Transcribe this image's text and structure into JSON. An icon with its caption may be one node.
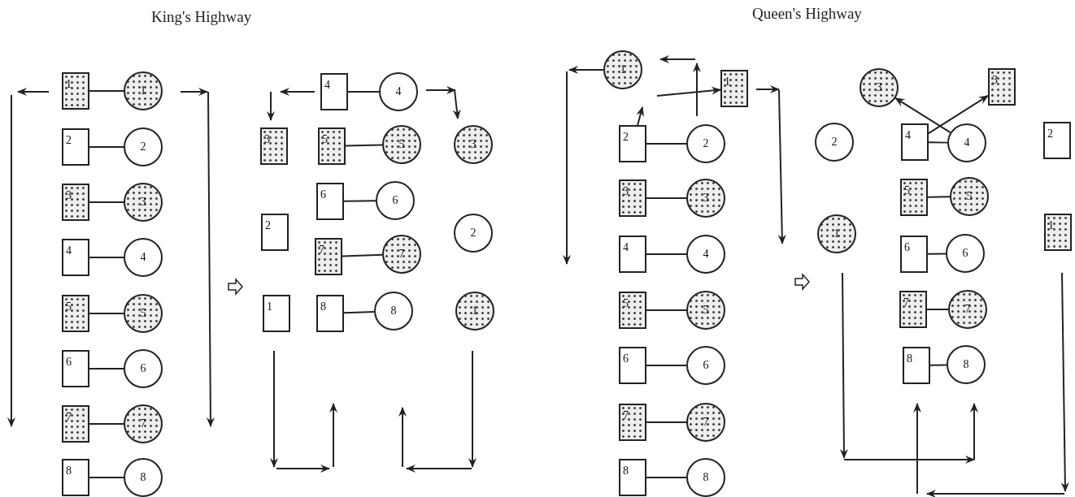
{
  "diagram": {
    "nodes": [
      {
        "text": [
          "1"
        ]
      },
      {
        "text": [
          "1"
        ]
      },
      {
        "text": [
          "2"
        ]
      },
      {
        "text": [
          "2"
        ]
      },
      {
        "text": [
          "3"
        ]
      },
      {
        "text": [
          "3"
        ]
      },
      {
        "text": [
          "4"
        ]
      },
      {
        "text": [
          "4"
        ]
      },
      {
        "text": [
          "5"
        ]
      },
      {
        "text": [
          "5"
        ]
      },
      {
        "text": [
          "6"
        ]
      },
      {
        "text": [
          "6"
        ]
      },
      {
        "text": [
          "7"
        ]
      },
      {
        "text": [
          "7"
        ]
      },
      {
        "text": [
          "8"
        ]
      },
      {
        "text": [
          "8"
        ]
      },
      {
        "text": [
          "4"
        ]
      },
      {
        "text": [
          "4"
        ]
      },
      {
        "text": [
          "3"
        ]
      },
      {
        "text": [
          "5"
        ]
      },
      {
        "text": [
          "5"
        ]
      },
      {
        "text": [
          "3"
        ]
      },
      {
        "text": [
          "6"
        ]
      },
      {
        "text": [
          "6"
        ]
      },
      {
        "text": [
          "2"
        ]
      },
      {
        "text": [
          "2"
        ]
      },
      {
        "text": [
          "7"
        ]
      },
      {
        "text": [
          "7"
        ]
      },
      {
        "text": [
          "1"
        ]
      },
      {
        "text": [
          "8"
        ]
      },
      {
        "text": [
          "8"
        ]
      },
      {
        "text": [
          "1"
        ]
      },
      {
        "text": [
          "1"
        ]
      },
      {
        "text": [
          "1"
        ]
      },
      {
        "text": [
          "2"
        ]
      },
      {
        "text": [
          "2"
        ]
      },
      {
        "text": [
          "3"
        ]
      },
      {
        "text": [
          "3"
        ]
      },
      {
        "text": [
          "4"
        ]
      },
      {
        "text": [
          "4"
        ]
      },
      {
        "text": [
          "5"
        ]
      },
      {
        "text": [
          "5"
        ]
      },
      {
        "text": [
          "6"
        ]
      },
      {
        "text": [
          "6"
        ]
      },
      {
        "text": [
          "7"
        ]
      },
      {
        "text": [
          "7"
        ]
      },
      {
        "text": [
          "8"
        ]
      },
      {
        "text": [
          "8"
        ]
      },
      {
        "text": [
          "3"
        ]
      },
      {
        "text": [
          "3"
        ]
      },
      {
        "text": [
          "2"
        ]
      },
      {
        "text": [
          "4"
        ]
      },
      {
        "text": [
          "4"
        ]
      },
      {
        "text": [
          "2"
        ]
      },
      {
        "text": [
          "5"
        ]
      },
      {
        "text": [
          "5"
        ]
      },
      {
        "text": [
          "1"
        ]
      },
      {
        "text": [
          "1"
        ]
      },
      {
        "text": [
          "6"
        ]
      },
      {
        "text": [
          "6"
        ]
      },
      {
        "text": [
          "7"
        ]
      },
      {
        "text": [
          "7"
        ]
      },
      {
        "text": [
          "8"
        ]
      },
      {
        "text": [
          "8"
        ]
      }
    ],
    "edges": [
      {
        "from": 0,
        "to": 1,
        "arrow": "none"
      },
      {
        "from": 2,
        "to": 3,
        "arrow": "none"
      },
      {
        "from": 4,
        "to": 5,
        "arrow": "none"
      },
      {
        "from": 6,
        "to": 7,
        "arrow": "none"
      },
      {
        "from": 8,
        "to": 9,
        "arrow": "none"
      },
      {
        "from": 10,
        "to": 11,
        "arrow": "none"
      },
      {
        "from": 12,
        "to": 13,
        "arrow": "none"
      },
      {
        "from": 14,
        "to": 15,
        "arrow": "none"
      },
      {
        "from": 16,
        "to": 17,
        "arrow": "none"
      },
      {
        "from": 19,
        "to": 20,
        "arrow": "none"
      },
      {
        "from": 22,
        "to": 23,
        "arrow": "none"
      },
      {
        "from": 26,
        "to": 27,
        "arrow": "none"
      },
      {
        "from": 29,
        "to": 30,
        "arrow": "none"
      },
      {
        "from": 34,
        "to": 35,
        "arrow": "none"
      },
      {
        "from": 36,
        "to": 37,
        "arrow": "none"
      },
      {
        "from": 38,
        "to": 39,
        "arrow": "none"
      },
      {
        "from": 40,
        "to": 41,
        "arrow": "none"
      },
      {
        "from": 42,
        "to": 43,
        "arrow": "none"
      },
      {
        "from": 44,
        "to": 45,
        "arrow": "none"
      },
      {
        "from": 46,
        "to": 47,
        "arrow": "none"
      },
      {
        "from": 51,
        "to": 52,
        "arrow": "none"
      },
      {
        "from": 54,
        "to": 55,
        "arrow": "none"
      },
      {
        "from": 58,
        "to": 59,
        "arrow": "none"
      },
      {
        "from": 60,
        "to": 61,
        "arrow": "none"
      },
      {
        "from": 62,
        "to": 63,
        "arrow": "none"
      },
      {
        "from": null,
        "to": 33,
        "arrow": "to"
      },
      {
        "from": 34,
        "to": null,
        "arrow": "to"
      },
      {
        "from": 51,
        "to": 49,
        "arrow": "to"
      },
      {
        "from": 52,
        "to": 48,
        "arrow": "to"
      }
    ],
    "labels": [
      "King's Highway",
      "Queen's Highway"
    ]
  }
}
